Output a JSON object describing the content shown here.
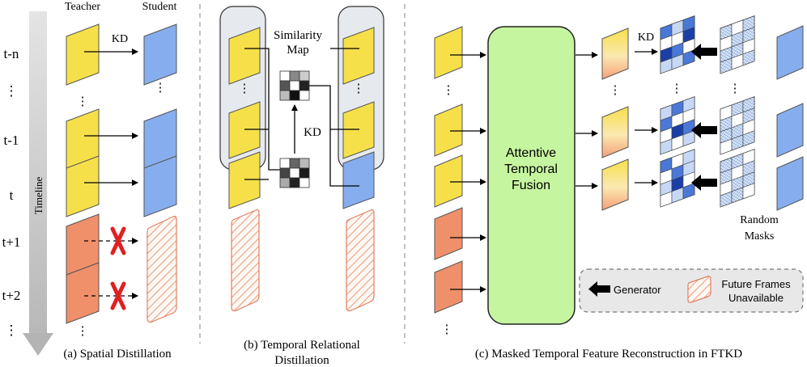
{
  "panel_a": {
    "teacher": "Teacher",
    "student": "Student",
    "kd": "KD",
    "timeline": "Timeline",
    "rows": [
      "t-n",
      "⋮",
      "t-1",
      "t",
      "t+1",
      "t+2",
      "⋮"
    ],
    "caption": "(a) Spatial Distillation"
  },
  "panel_b": {
    "similarity_line1": "Similarity",
    "similarity_line2": "Map",
    "kd": "KD",
    "caption_line1": "(b) Temporal Relational",
    "caption_line2": "Distillation"
  },
  "panel_c": {
    "fusion_line1": "Attentive",
    "fusion_line2": "Temporal",
    "fusion_line3": "Fusion",
    "kd": "KD",
    "random_line1": "Random",
    "random_line2": "Masks",
    "caption": "(c) Masked Temporal Feature Reconstruction in FTKD"
  },
  "legend": {
    "generator": "Generator",
    "future_line1": "Future Frames",
    "future_line2": "Unavailable"
  },
  "colors": {
    "teacher": "#f6e04a",
    "student": "#86aeee",
    "past": "#f0906a",
    "future_stroke": "#e08060",
    "fusion": "#c6f5a0",
    "cross": "#e02020",
    "grid_dark": "#1a3fa8",
    "grid_mid": "#4a78d8",
    "grid_light": "#c6d8f6"
  }
}
